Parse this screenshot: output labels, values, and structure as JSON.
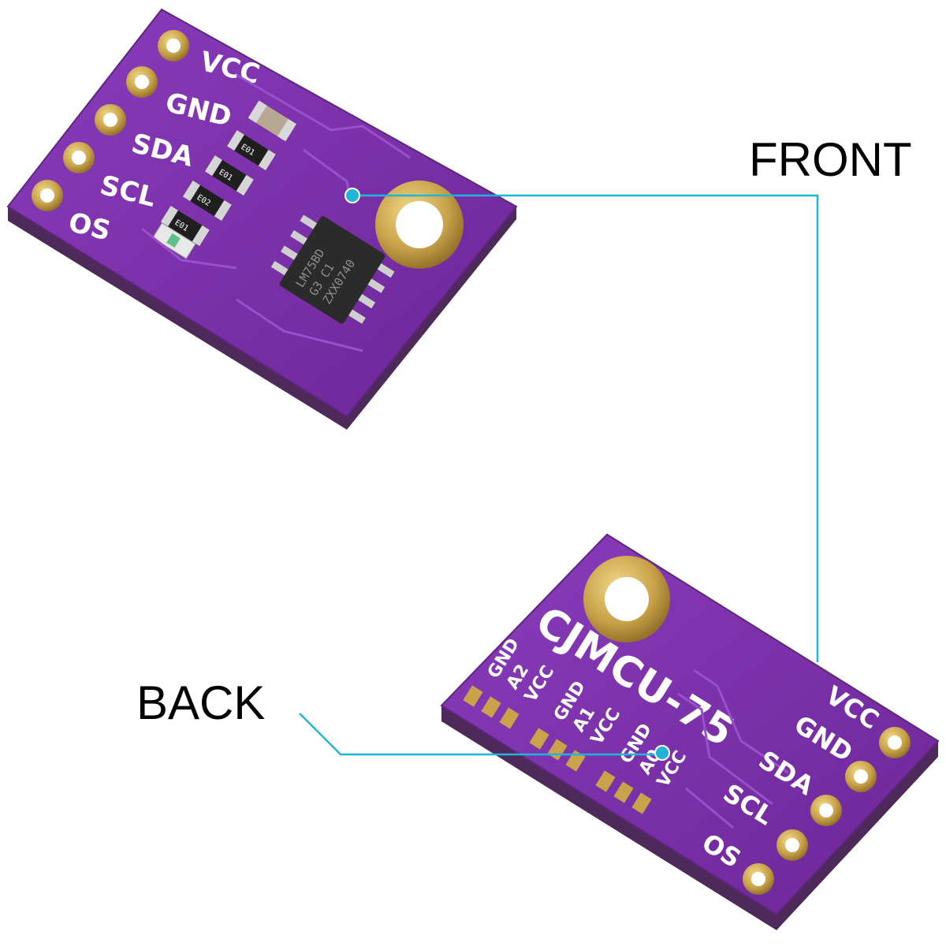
{
  "labels": {
    "front": "FRONT",
    "back": "BACK"
  },
  "front_board": {
    "pins": [
      "VCC",
      "GND",
      "SDA",
      "SCL",
      "OS"
    ],
    "chip_lines": [
      "LM75BD",
      "G3 C1",
      "ZXX0740"
    ],
    "resistor_codes": [
      "E01",
      "E01",
      "E02",
      "E01"
    ]
  },
  "back_board": {
    "model": "CJMCU-75",
    "pins": [
      "VCC",
      "GND",
      "SDA",
      "SCL",
      "OS"
    ],
    "jumper_groups": [
      {
        "labels": [
          "GND",
          "A2",
          "VCC"
        ]
      },
      {
        "labels": [
          "GND",
          "A1",
          "VCC"
        ]
      },
      {
        "labels": [
          "GND",
          "A0",
          "VCC"
        ]
      }
    ]
  },
  "colors": {
    "pcb": "#7b2fa8",
    "pcb_edge": "#4e2a5a",
    "pad_gold": "#c9a24a",
    "callout_line": "#1fb5d8",
    "silkscreen": "#ffffff",
    "chip_body": "#2b2b2b"
  }
}
